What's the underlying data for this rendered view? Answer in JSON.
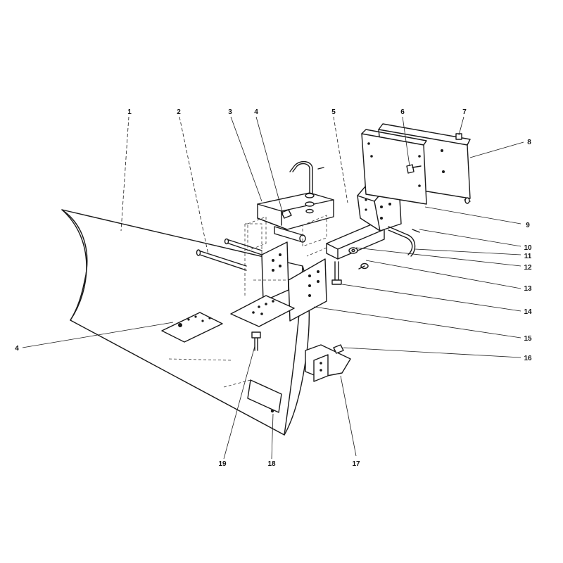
{
  "callouts": [
    {
      "id": "1",
      "label": "1"
    },
    {
      "id": "2",
      "label": "2"
    },
    {
      "id": "3",
      "label": "3"
    },
    {
      "id": "4a",
      "label": "4"
    },
    {
      "id": "5",
      "label": "5"
    },
    {
      "id": "6",
      "label": "6"
    },
    {
      "id": "7",
      "label": "7"
    },
    {
      "id": "8",
      "label": "8"
    },
    {
      "id": "9",
      "label": "9"
    },
    {
      "id": "10",
      "label": "10"
    },
    {
      "id": "11",
      "label": "11"
    },
    {
      "id": "12",
      "label": "12"
    },
    {
      "id": "13",
      "label": "13"
    },
    {
      "id": "14",
      "label": "14"
    },
    {
      "id": "15",
      "label": "15"
    },
    {
      "id": "16",
      "label": "16"
    },
    {
      "id": "4b",
      "label": "4"
    },
    {
      "id": "17",
      "label": "17"
    },
    {
      "id": "18",
      "label": "18"
    },
    {
      "id": "19",
      "label": "19"
    }
  ],
  "colors": {
    "ink": "#1a1a1a",
    "paper": "#ffffff"
  }
}
